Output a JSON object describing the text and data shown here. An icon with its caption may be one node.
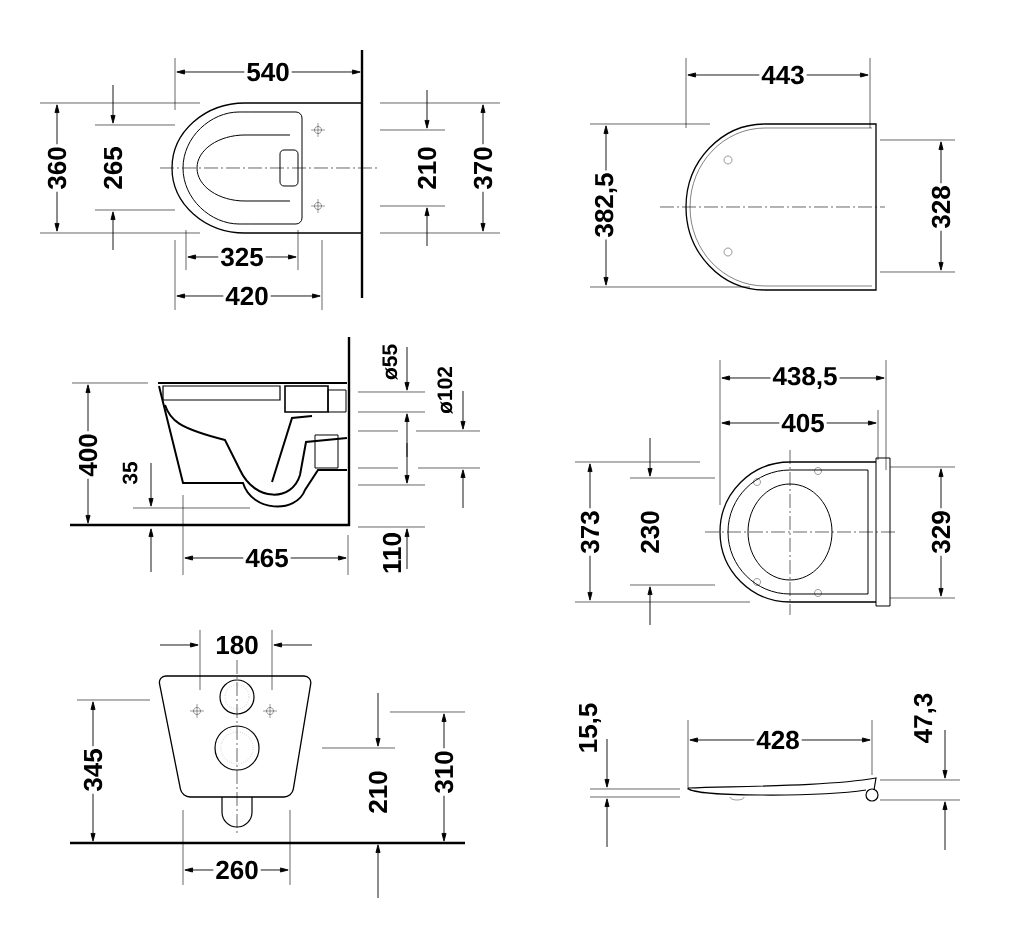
{
  "diagram": {
    "labels": [
      "540",
      "443",
      "360",
      "265",
      "210",
      "370",
      "382,5",
      "328",
      "325",
      "420",
      "ø55",
      "ø102",
      "438,5",
      "400",
      "405",
      "35",
      "373",
      "230",
      "329",
      "465",
      "110",
      "180",
      "15,5",
      "428",
      "47,3",
      "345",
      "210",
      "310",
      "260"
    ]
  }
}
